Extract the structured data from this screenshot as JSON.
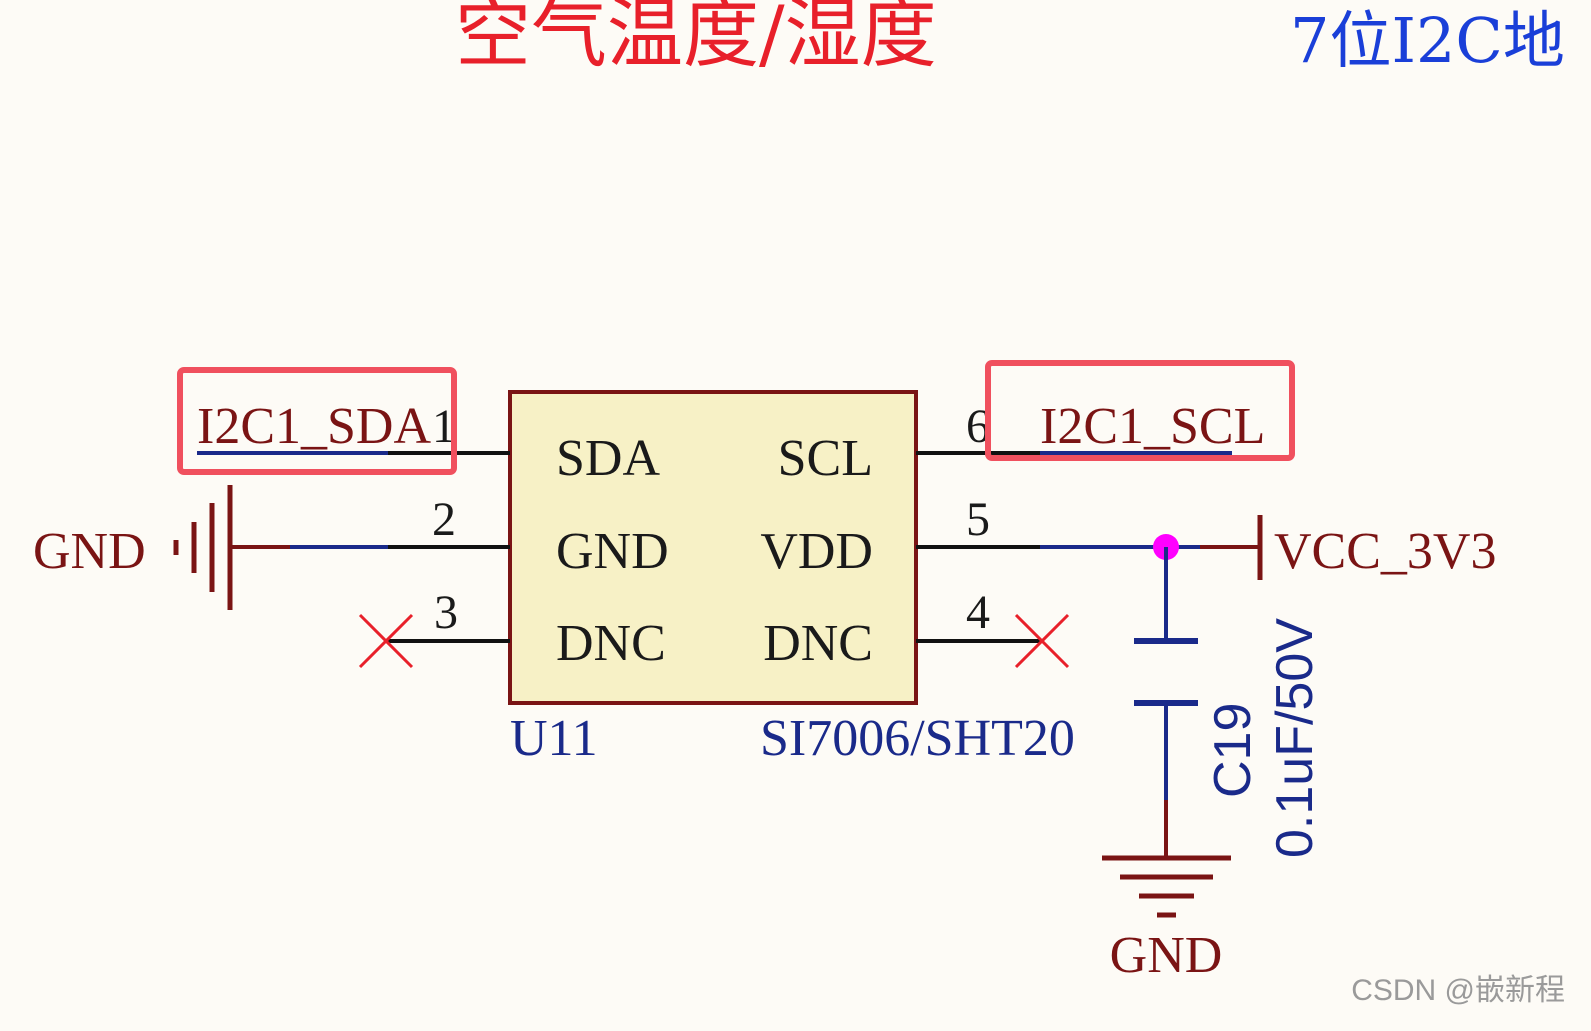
{
  "title": "空气温度/湿度",
  "address_note": "7位I2C地",
  "colors": {
    "title": "#e8202a",
    "address_note": "#1a3fd8",
    "net_label": "#7a1414",
    "designator": "#1a2a8a",
    "wire": "#111111",
    "wire_net": "#1a2a8a",
    "chip_body": "#f7f1c6",
    "chip_border": "#7a1414",
    "junction": "#ff00ff",
    "no_connect": "#e8202a",
    "highlight_box": "#f0505e"
  },
  "chip": {
    "designator": "U11",
    "part": "SI7006/SHT20",
    "pins": {
      "sda": {
        "name": "SDA",
        "number": "1"
      },
      "gnd": {
        "name": "GND",
        "number": "2"
      },
      "dnc_left": {
        "name": "DNC",
        "number": "3"
      },
      "dnc_right": {
        "name": "DNC",
        "number": "4"
      },
      "vdd": {
        "name": "VDD",
        "number": "5"
      },
      "scl": {
        "name": "SCL",
        "number": "6"
      }
    }
  },
  "nets": {
    "sda": "I2C1_SDA",
    "scl": "I2C1_SCL",
    "gnd_left": "GND",
    "vcc": "VCC_3V3",
    "gnd_bottom": "GND"
  },
  "capacitor": {
    "designator": "C19",
    "value": "0.1uF/50V"
  },
  "watermark": "CSDN @嵌新程"
}
